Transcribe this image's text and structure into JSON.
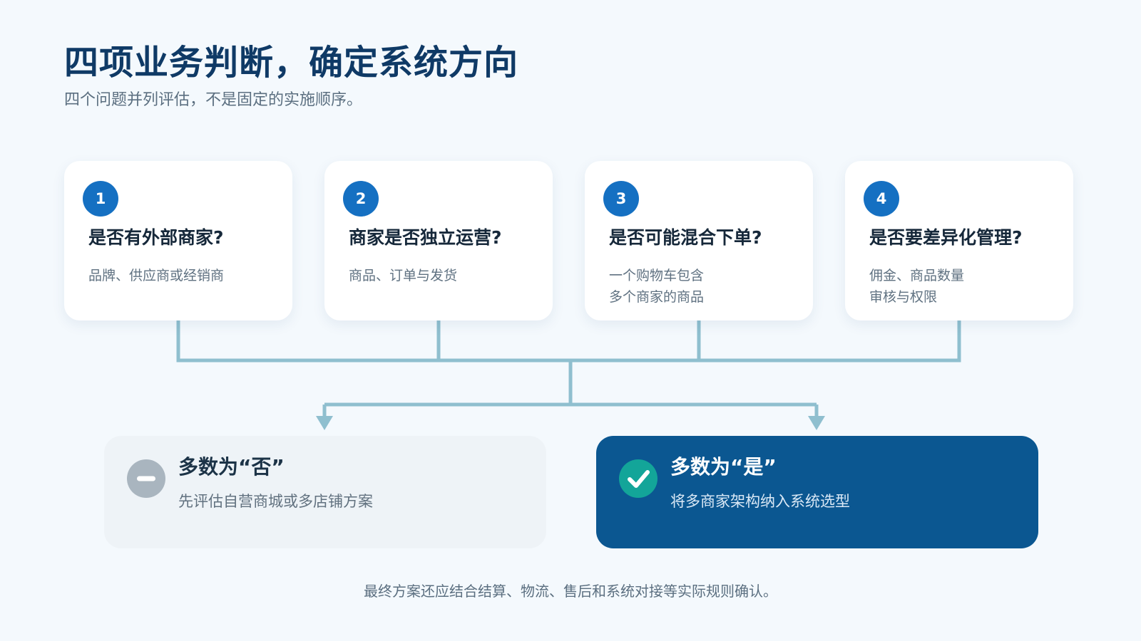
{
  "header": {
    "title": "四项业务判断，确定系统方向",
    "subtitle": "四个问题并列评估，不是固定的实施顺序。"
  },
  "questions": [
    {
      "number": "1",
      "title": "是否有外部商家?",
      "desc_lines": [
        "品牌、供应商或经销商"
      ]
    },
    {
      "number": "2",
      "title": "商家是否独立运营?",
      "desc_lines": [
        "商品、订单与发货"
      ]
    },
    {
      "number": "3",
      "title": "是否可能混合下单?",
      "desc_lines": [
        "一个购物车包含",
        "多个商家的商品"
      ]
    },
    {
      "number": "4",
      "title": "是否要差异化管理?",
      "desc_lines": [
        "佣金、商品数量",
        "审核与权限"
      ]
    }
  ],
  "outcomes": {
    "no": {
      "title": "多数为“否”",
      "desc": "先评估自营商城或多店铺方案",
      "icon": "minus-icon"
    },
    "yes": {
      "title": "多数为“是”",
      "desc": "将多商家架构纳入系统选型",
      "icon": "check-icon"
    }
  },
  "footer": {
    "note": "最终方案还应结合结算、物流、售后和系统对接等实际规则确认。"
  },
  "colors": {
    "accent": "#1570c2",
    "title": "#0f3a66",
    "connector": "#8fbfcf",
    "yes_bg": "#0b5791",
    "check": "#13a599",
    "no_bg": "#eef3f7"
  }
}
